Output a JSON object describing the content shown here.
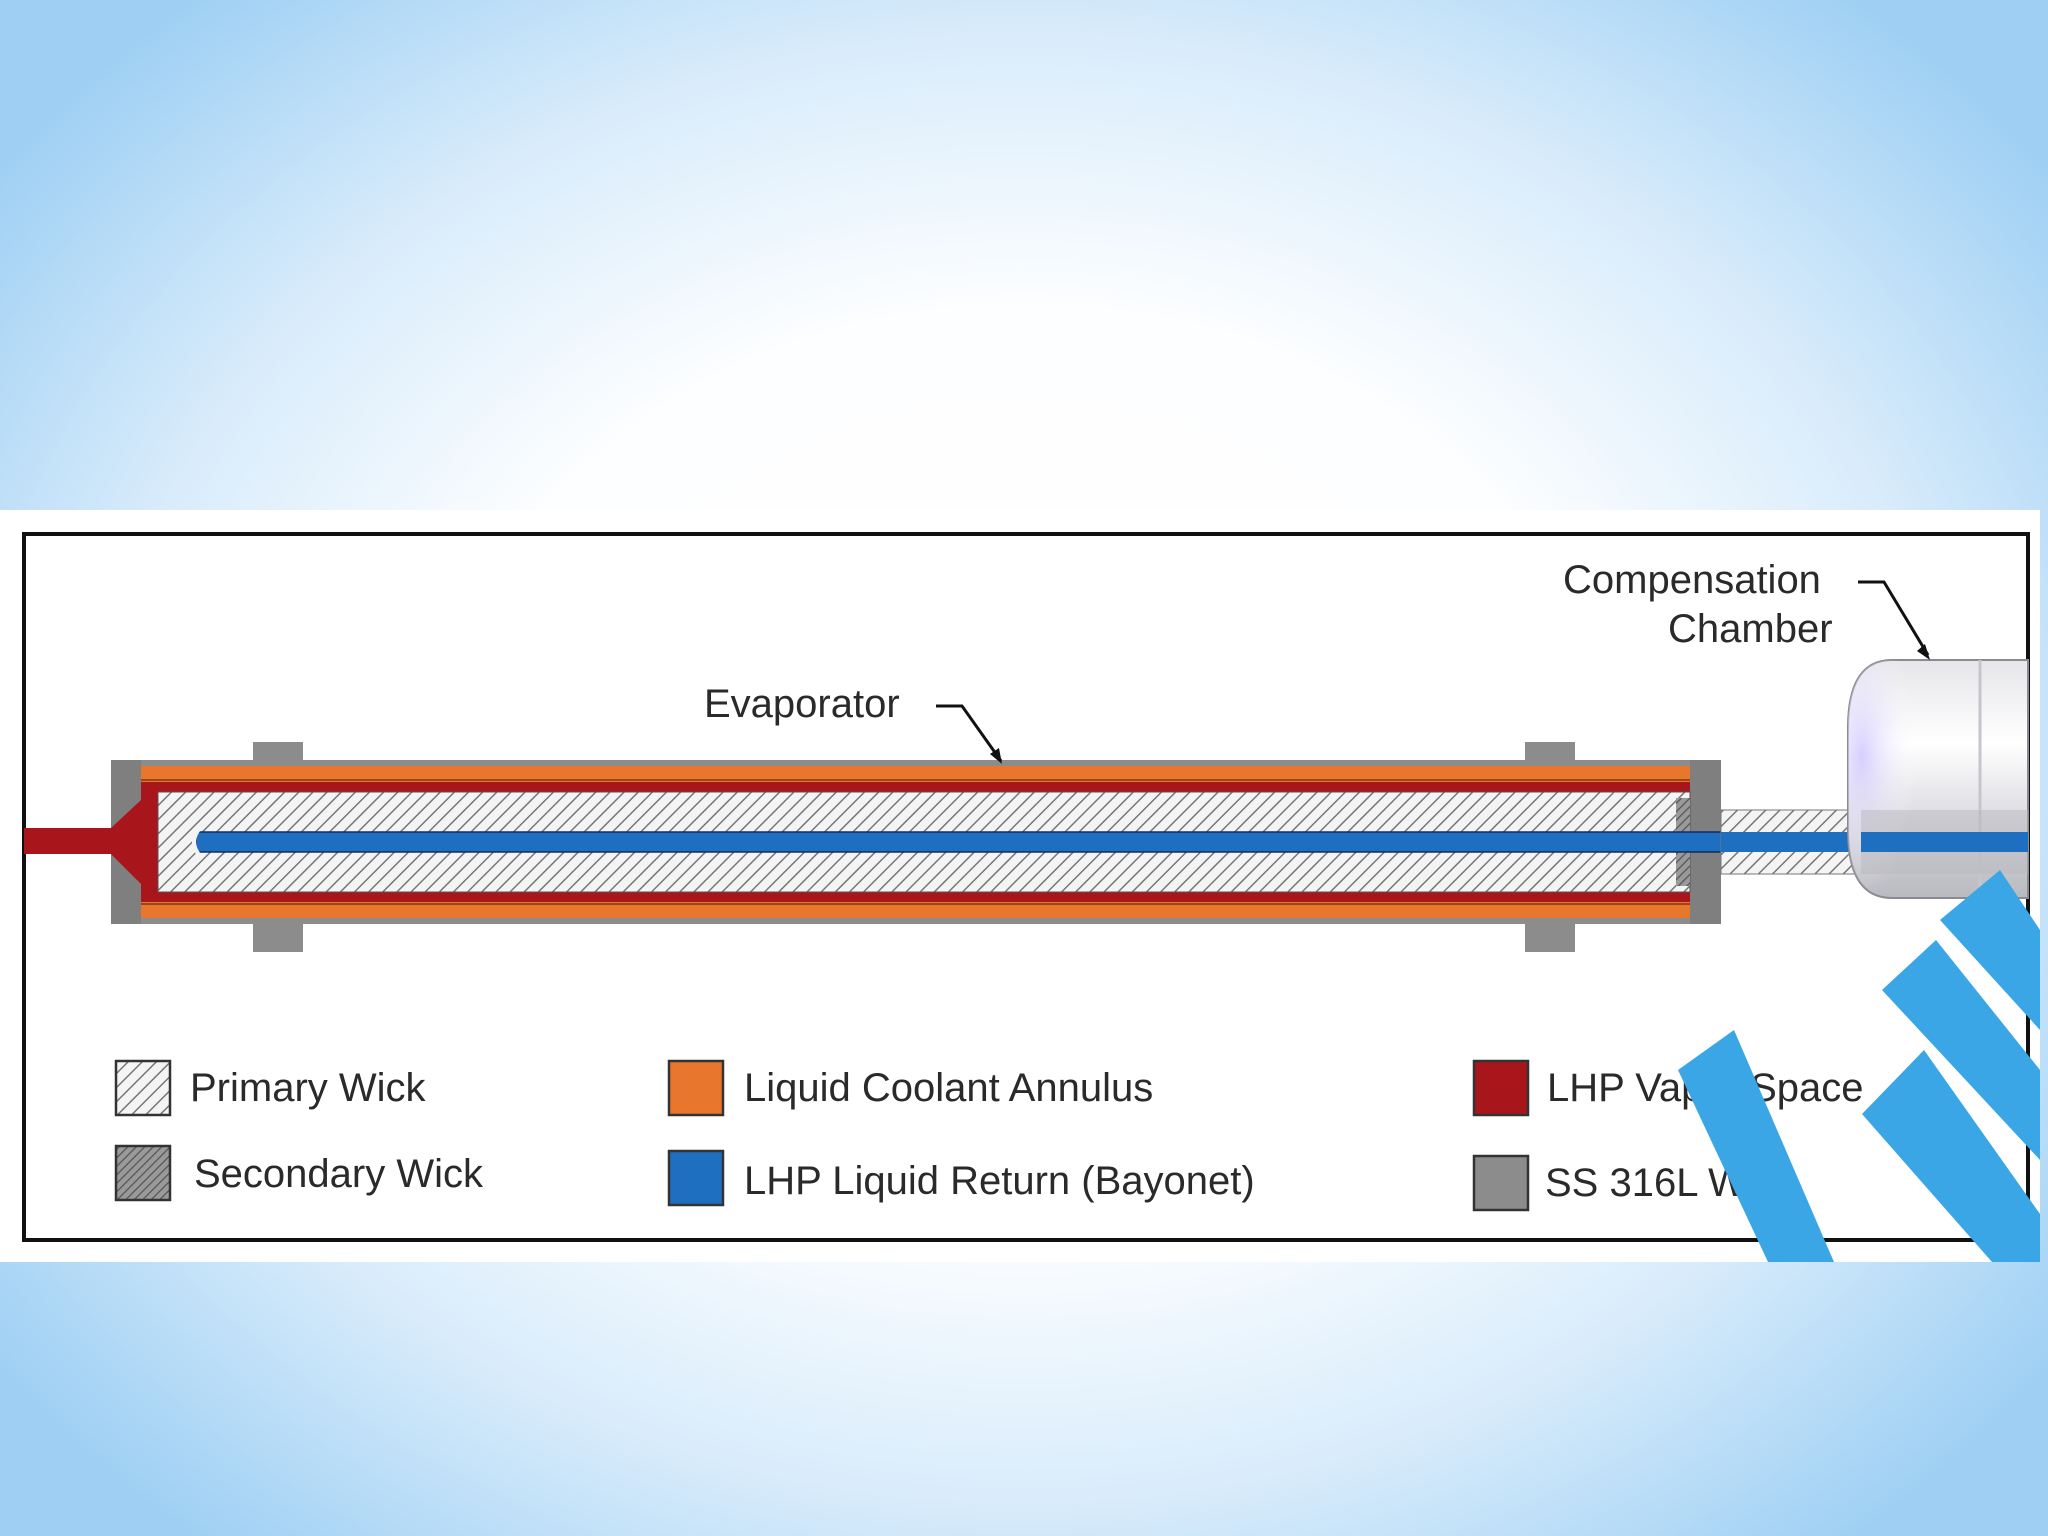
{
  "diagram": {
    "callouts": {
      "evaporator": "Evaporator",
      "compensation_line1": "Compensation",
      "compensation_line2": "Chamber"
    },
    "legend": [
      {
        "label": "Primary Wick",
        "swatch": "hatch-light"
      },
      {
        "label": "Liquid Coolant Annulus",
        "swatch": "#e8762c"
      },
      {
        "label": "LHP Vapor Space",
        "swatch": "#a8161c"
      },
      {
        "label": "Secondary Wick",
        "swatch": "hatch-dark"
      },
      {
        "label": "LHP Liquid Return (Bayonet)",
        "swatch": "#1f6fc0"
      },
      {
        "label": "SS 316L Wall",
        "swatch": "#8c8c8c"
      }
    ]
  },
  "colors": {
    "coolant": "#e8762c",
    "vapor": "#a8161c",
    "liquid_return": "#1f6fc0",
    "wall": "#8c8c8c",
    "watermark": "#3aa6e6"
  }
}
